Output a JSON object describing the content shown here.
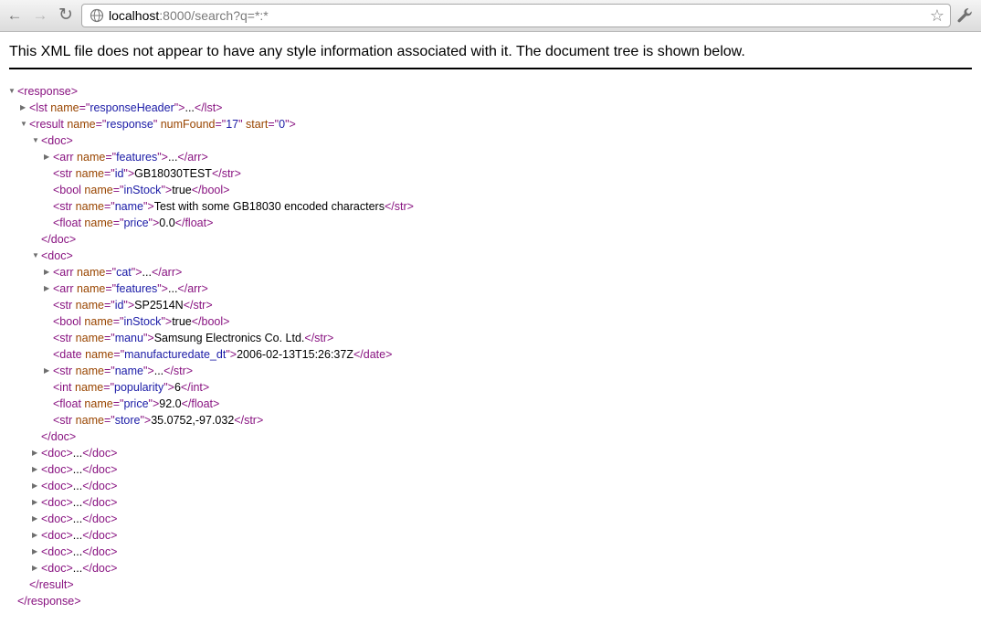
{
  "browser": {
    "back_glyph": "←",
    "forward_glyph": "→",
    "reload_glyph": "↻",
    "url_host": "localhost",
    "url_path": ":8000/search?q=*:*",
    "star_glyph": "☆",
    "icons": {
      "back": "back-arrow-icon",
      "forward": "forward-arrow-icon",
      "reload": "reload-icon",
      "site": "globe-icon",
      "bookmark": "star-icon",
      "menu": "wrench-icon"
    }
  },
  "notice": "This XML file does not appear to have any style information associated with it. The document tree is shown below.",
  "colors": {
    "tag": "#881280",
    "attr_name": "#994500",
    "attr_value": "#1a1aa6",
    "text": "#000000"
  },
  "tree": [
    {
      "level": 0,
      "arrow": "open",
      "parts": [
        [
          "tag",
          "<response>"
        ]
      ]
    },
    {
      "level": 1,
      "arrow": "closed",
      "parts": [
        [
          "tag",
          "<lst"
        ],
        [
          "an",
          " name"
        ],
        [
          "tag",
          "=\""
        ],
        [
          "av",
          "responseHeader"
        ],
        [
          "tag",
          "\">"
        ],
        [
          "tx",
          "..."
        ],
        [
          "tag",
          "</lst>"
        ]
      ]
    },
    {
      "level": 1,
      "arrow": "open",
      "parts": [
        [
          "tag",
          "<result"
        ],
        [
          "an",
          " name"
        ],
        [
          "tag",
          "=\""
        ],
        [
          "av",
          "response"
        ],
        [
          "tag",
          "\""
        ],
        [
          "an",
          " numFound"
        ],
        [
          "tag",
          "=\""
        ],
        [
          "av",
          "17"
        ],
        [
          "tag",
          "\""
        ],
        [
          "an",
          " start"
        ],
        [
          "tag",
          "=\""
        ],
        [
          "av",
          "0"
        ],
        [
          "tag",
          "\">"
        ]
      ]
    },
    {
      "level": 2,
      "arrow": "open",
      "parts": [
        [
          "tag",
          "<doc>"
        ]
      ]
    },
    {
      "level": 3,
      "arrow": "closed",
      "parts": [
        [
          "tag",
          "<arr"
        ],
        [
          "an",
          " name"
        ],
        [
          "tag",
          "=\""
        ],
        [
          "av",
          "features"
        ],
        [
          "tag",
          "\">"
        ],
        [
          "tx",
          "..."
        ],
        [
          "tag",
          "</arr>"
        ]
      ]
    },
    {
      "level": 3,
      "arrow": "none",
      "parts": [
        [
          "tag",
          "<str"
        ],
        [
          "an",
          " name"
        ],
        [
          "tag",
          "=\""
        ],
        [
          "av",
          "id"
        ],
        [
          "tag",
          "\">"
        ],
        [
          "tx",
          "GB18030TEST"
        ],
        [
          "tag",
          "</str>"
        ]
      ]
    },
    {
      "level": 3,
      "arrow": "none",
      "parts": [
        [
          "tag",
          "<bool"
        ],
        [
          "an",
          " name"
        ],
        [
          "tag",
          "=\""
        ],
        [
          "av",
          "inStock"
        ],
        [
          "tag",
          "\">"
        ],
        [
          "tx",
          "true"
        ],
        [
          "tag",
          "</bool>"
        ]
      ]
    },
    {
      "level": 3,
      "arrow": "none",
      "parts": [
        [
          "tag",
          "<str"
        ],
        [
          "an",
          " name"
        ],
        [
          "tag",
          "=\""
        ],
        [
          "av",
          "name"
        ],
        [
          "tag",
          "\">"
        ],
        [
          "tx",
          "Test with some GB18030 encoded characters"
        ],
        [
          "tag",
          "</str>"
        ]
      ]
    },
    {
      "level": 3,
      "arrow": "none",
      "parts": [
        [
          "tag",
          "<float"
        ],
        [
          "an",
          " name"
        ],
        [
          "tag",
          "=\""
        ],
        [
          "av",
          "price"
        ],
        [
          "tag",
          "\">"
        ],
        [
          "tx",
          "0.0"
        ],
        [
          "tag",
          "</float>"
        ]
      ]
    },
    {
      "level": 2,
      "arrow": "none",
      "parts": [
        [
          "tag",
          "</doc>"
        ]
      ]
    },
    {
      "level": 2,
      "arrow": "open",
      "parts": [
        [
          "tag",
          "<doc>"
        ]
      ]
    },
    {
      "level": 3,
      "arrow": "closed",
      "parts": [
        [
          "tag",
          "<arr"
        ],
        [
          "an",
          " name"
        ],
        [
          "tag",
          "=\""
        ],
        [
          "av",
          "cat"
        ],
        [
          "tag",
          "\">"
        ],
        [
          "tx",
          "..."
        ],
        [
          "tag",
          "</arr>"
        ]
      ]
    },
    {
      "level": 3,
      "arrow": "closed",
      "parts": [
        [
          "tag",
          "<arr"
        ],
        [
          "an",
          " name"
        ],
        [
          "tag",
          "=\""
        ],
        [
          "av",
          "features"
        ],
        [
          "tag",
          "\">"
        ],
        [
          "tx",
          "..."
        ],
        [
          "tag",
          "</arr>"
        ]
      ]
    },
    {
      "level": 3,
      "arrow": "none",
      "parts": [
        [
          "tag",
          "<str"
        ],
        [
          "an",
          " name"
        ],
        [
          "tag",
          "=\""
        ],
        [
          "av",
          "id"
        ],
        [
          "tag",
          "\">"
        ],
        [
          "tx",
          "SP2514N"
        ],
        [
          "tag",
          "</str>"
        ]
      ]
    },
    {
      "level": 3,
      "arrow": "none",
      "parts": [
        [
          "tag",
          "<bool"
        ],
        [
          "an",
          " name"
        ],
        [
          "tag",
          "=\""
        ],
        [
          "av",
          "inStock"
        ],
        [
          "tag",
          "\">"
        ],
        [
          "tx",
          "true"
        ],
        [
          "tag",
          "</bool>"
        ]
      ]
    },
    {
      "level": 3,
      "arrow": "none",
      "parts": [
        [
          "tag",
          "<str"
        ],
        [
          "an",
          " name"
        ],
        [
          "tag",
          "=\""
        ],
        [
          "av",
          "manu"
        ],
        [
          "tag",
          "\">"
        ],
        [
          "tx",
          "Samsung Electronics Co. Ltd."
        ],
        [
          "tag",
          "</str>"
        ]
      ]
    },
    {
      "level": 3,
      "arrow": "none",
      "parts": [
        [
          "tag",
          "<date"
        ],
        [
          "an",
          " name"
        ],
        [
          "tag",
          "=\""
        ],
        [
          "av",
          "manufacturedate_dt"
        ],
        [
          "tag",
          "\">"
        ],
        [
          "tx",
          "2006-02-13T15:26:37Z"
        ],
        [
          "tag",
          "</date>"
        ]
      ]
    },
    {
      "level": 3,
      "arrow": "closed",
      "parts": [
        [
          "tag",
          "<str"
        ],
        [
          "an",
          " name"
        ],
        [
          "tag",
          "=\""
        ],
        [
          "av",
          "name"
        ],
        [
          "tag",
          "\">"
        ],
        [
          "tx",
          "..."
        ],
        [
          "tag",
          "</str>"
        ]
      ]
    },
    {
      "level": 3,
      "arrow": "none",
      "parts": [
        [
          "tag",
          "<int"
        ],
        [
          "an",
          " name"
        ],
        [
          "tag",
          "=\""
        ],
        [
          "av",
          "popularity"
        ],
        [
          "tag",
          "\">"
        ],
        [
          "tx",
          "6"
        ],
        [
          "tag",
          "</int>"
        ]
      ]
    },
    {
      "level": 3,
      "arrow": "none",
      "parts": [
        [
          "tag",
          "<float"
        ],
        [
          "an",
          " name"
        ],
        [
          "tag",
          "=\""
        ],
        [
          "av",
          "price"
        ],
        [
          "tag",
          "\">"
        ],
        [
          "tx",
          "92.0"
        ],
        [
          "tag",
          "</float>"
        ]
      ]
    },
    {
      "level": 3,
      "arrow": "none",
      "parts": [
        [
          "tag",
          "<str"
        ],
        [
          "an",
          " name"
        ],
        [
          "tag",
          "=\""
        ],
        [
          "av",
          "store"
        ],
        [
          "tag",
          "\">"
        ],
        [
          "tx",
          "35.0752,-97.032"
        ],
        [
          "tag",
          "</str>"
        ]
      ]
    },
    {
      "level": 2,
      "arrow": "none",
      "parts": [
        [
          "tag",
          "</doc>"
        ]
      ]
    },
    {
      "level": 2,
      "arrow": "closed",
      "parts": [
        [
          "tag",
          "<doc>"
        ],
        [
          "tx",
          "..."
        ],
        [
          "tag",
          "</doc>"
        ]
      ]
    },
    {
      "level": 2,
      "arrow": "closed",
      "parts": [
        [
          "tag",
          "<doc>"
        ],
        [
          "tx",
          "..."
        ],
        [
          "tag",
          "</doc>"
        ]
      ]
    },
    {
      "level": 2,
      "arrow": "closed",
      "parts": [
        [
          "tag",
          "<doc>"
        ],
        [
          "tx",
          "..."
        ],
        [
          "tag",
          "</doc>"
        ]
      ]
    },
    {
      "level": 2,
      "arrow": "closed",
      "parts": [
        [
          "tag",
          "<doc>"
        ],
        [
          "tx",
          "..."
        ],
        [
          "tag",
          "</doc>"
        ]
      ]
    },
    {
      "level": 2,
      "arrow": "closed",
      "parts": [
        [
          "tag",
          "<doc>"
        ],
        [
          "tx",
          "..."
        ],
        [
          "tag",
          "</doc>"
        ]
      ]
    },
    {
      "level": 2,
      "arrow": "closed",
      "parts": [
        [
          "tag",
          "<doc>"
        ],
        [
          "tx",
          "..."
        ],
        [
          "tag",
          "</doc>"
        ]
      ]
    },
    {
      "level": 2,
      "arrow": "closed",
      "parts": [
        [
          "tag",
          "<doc>"
        ],
        [
          "tx",
          "..."
        ],
        [
          "tag",
          "</doc>"
        ]
      ]
    },
    {
      "level": 2,
      "arrow": "closed",
      "parts": [
        [
          "tag",
          "<doc>"
        ],
        [
          "tx",
          "..."
        ],
        [
          "tag",
          "</doc>"
        ]
      ]
    },
    {
      "level": 1,
      "arrow": "none",
      "parts": [
        [
          "tag",
          "</result>"
        ]
      ]
    },
    {
      "level": 0,
      "arrow": "none",
      "parts": [
        [
          "tag",
          "</response>"
        ]
      ]
    }
  ]
}
